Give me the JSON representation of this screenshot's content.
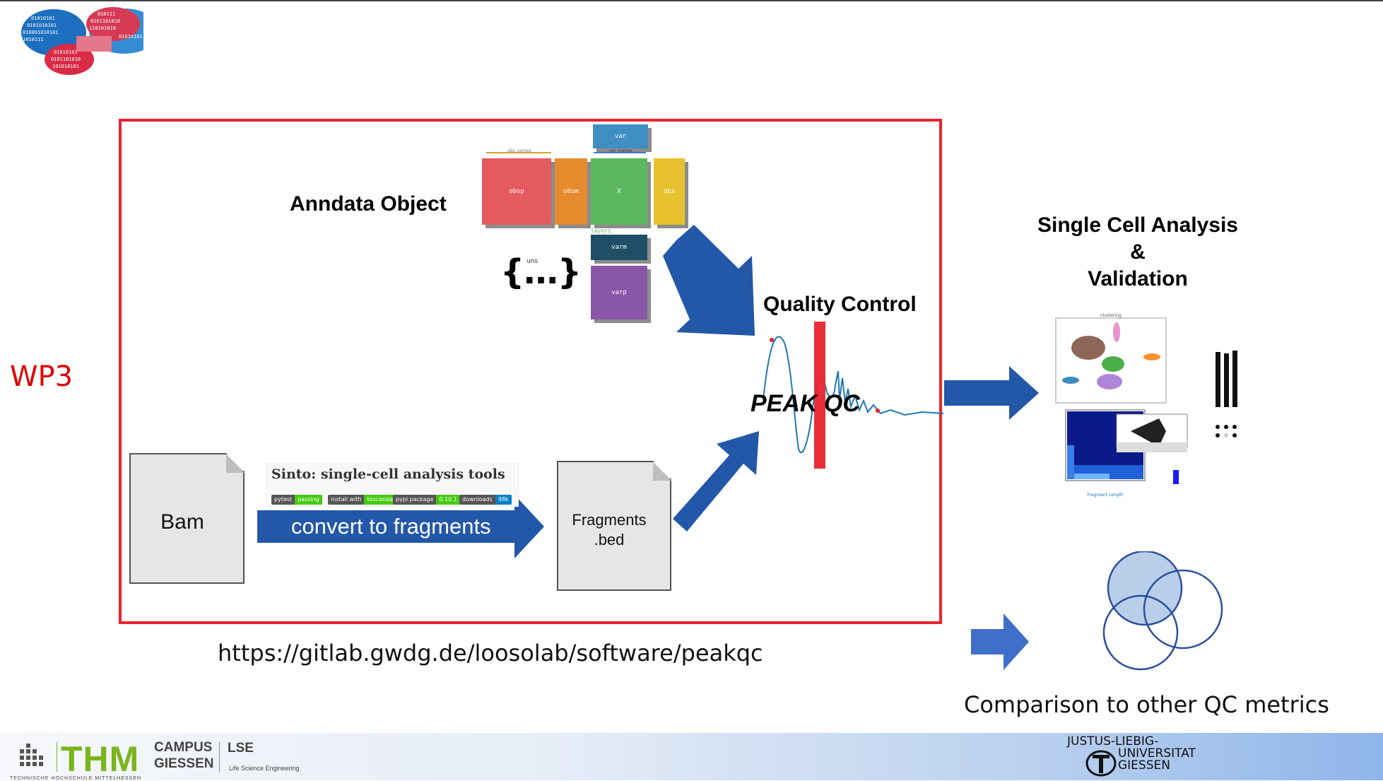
{
  "slide": {
    "label": "WP3",
    "url": "https://gitlab.gwdg.de/loosolab/software/peakqc"
  },
  "anndata": {
    "title": "Anndata Object",
    "boxes": {
      "var": "var",
      "obsp": "obsp",
      "obsm": "obsm",
      "x": "X",
      "obs": "obs",
      "varm": "varm",
      "varp": "varp"
    },
    "small_labels": {
      "obs_names": "obs_names",
      "var_names": "var_names",
      "layers": "layers"
    },
    "uns_label": "uns",
    "uns_brace": "{...}"
  },
  "pipeline": {
    "bam_label": "Bam",
    "sinto_title": "Sinto: single-cell analysis tools",
    "badges": [
      {
        "left": "pytest",
        "right": "passing",
        "color": "#4c1"
      },
      {
        "left": "install with",
        "right": "bioconda",
        "color": "#4c1"
      },
      {
        "left": "pypi package",
        "right": "0.10.1",
        "color": "#4c1"
      },
      {
        "left": "downloads",
        "right": "98k",
        "color": "#007ec6"
      }
    ],
    "convert_label": "convert to fragments",
    "fragments_line1": "Fragments",
    "fragments_line2": ".bed"
  },
  "qc": {
    "title": "Quality Control",
    "method": "PEAK QC"
  },
  "output": {
    "sca_line1": "Single Cell Analysis",
    "sca_line2": "&",
    "sca_line3": "Validation",
    "thumb_title": "clustering",
    "fragment_axis": "Fragment Length",
    "compare_label": "Comparison to other QC metrics"
  },
  "footer": {
    "thm": "THM",
    "campus_line1": "CAMPUS",
    "campus_line2": "GIESSEN",
    "lse": "LSE",
    "lse_sub": "Life Science Engineering",
    "thm_sub": "TECHNISCHE HOCHSCHULE MITTELHESSEN",
    "jlu_line1": "JUSTUS-LIEBIG-",
    "jlu_line2": "UNIVERSITAT",
    "jlu_line3": "GIESSEN"
  },
  "colors": {
    "accent_red": "#e8232f",
    "arrow_blue": "#2358a8",
    "thm_green": "#7ab51d"
  }
}
